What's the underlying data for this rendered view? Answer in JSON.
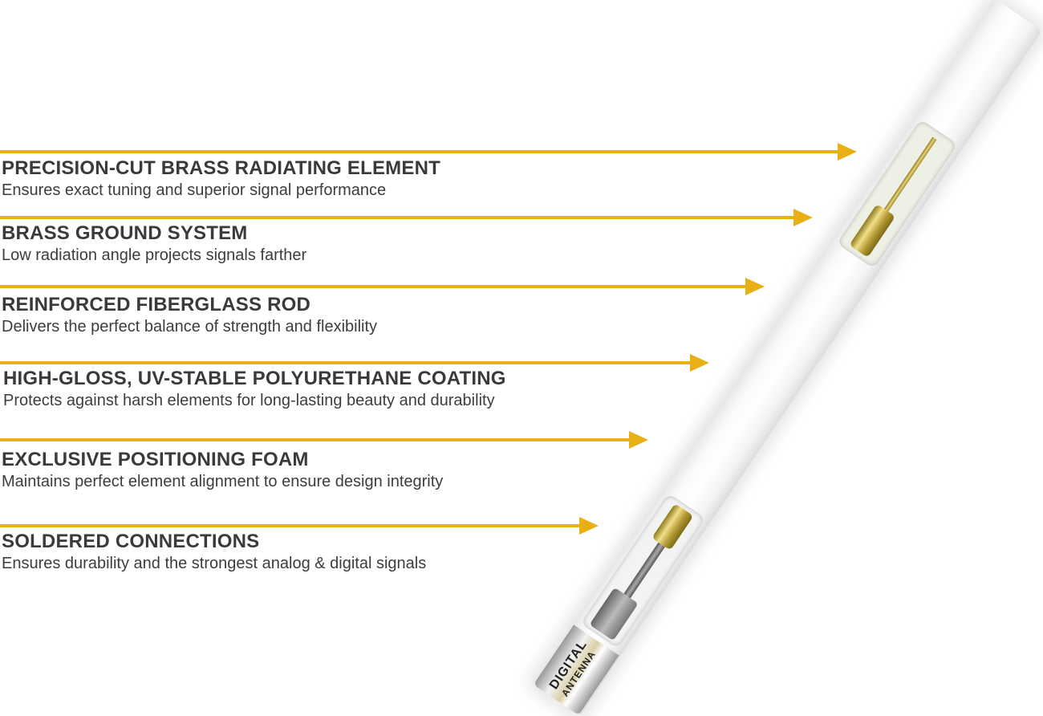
{
  "features": [
    {
      "title": "PRECISION-CUT BRASS RADIATING ELEMENT",
      "description": "Ensures exact tuning and superior signal performance"
    },
    {
      "title": "BRASS GROUND SYSTEM",
      "description": "Low radiation angle projects signals farther"
    },
    {
      "title": "REINFORCED FIBERGLASS ROD",
      "description": "Delivers the perfect balance of strength and flexibility"
    },
    {
      "title": "HIGH-GLOSS, UV-STABLE POLYURETHANE COATING",
      "description": "Protects against harsh elements for long-lasting beauty and durability"
    },
    {
      "title": "EXCLUSIVE POSITIONING FOAM",
      "description": "Maintains perfect element alignment to ensure design integrity"
    },
    {
      "title": "SOLDERED CONNECTIONS",
      "description": "Ensures durability and the strongest analog & digital signals"
    }
  ],
  "product_logo": {
    "line1": "DIGITAL",
    "line2": "ANTENNA"
  },
  "colors": {
    "arrow": "#e9b015",
    "text": "#3a3a3a"
  }
}
